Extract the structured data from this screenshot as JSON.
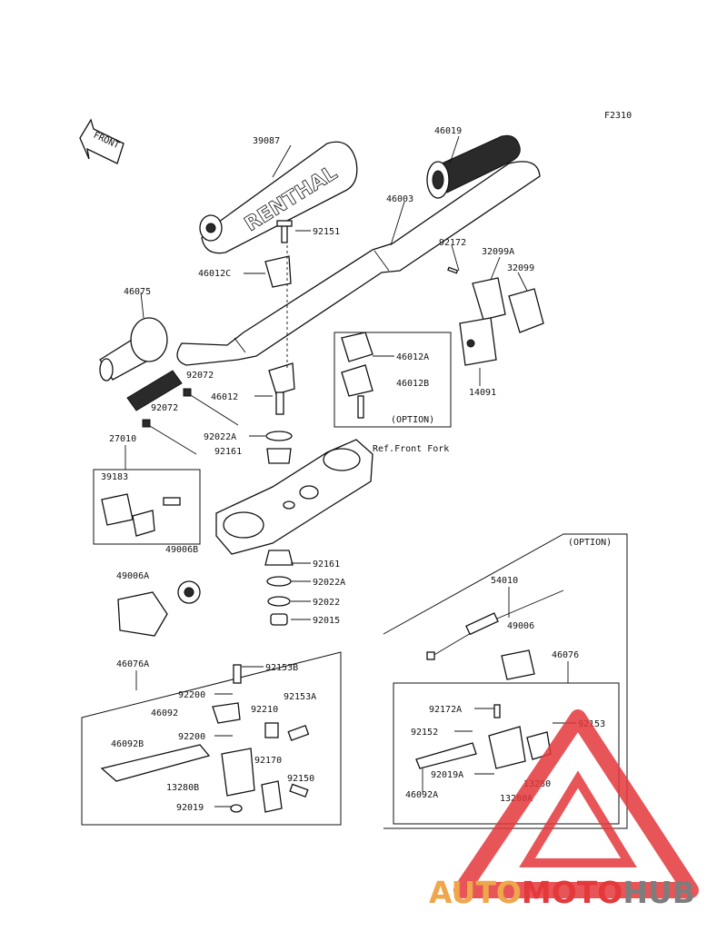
{
  "figure_code": "F2310",
  "front_label": "FRONT",
  "handlebar_pad_text": "RENTHAL",
  "ref_text": "Ref.Front Fork",
  "option_labels": [
    "(OPTION)",
    "(OPTION)"
  ],
  "part_labels": {
    "p39087": "39087",
    "p46019": "46019",
    "p46003": "46003",
    "p92151": "92151",
    "p46012c": "46012C",
    "p46075": "46075",
    "p92172": "92172",
    "p32099a": "32099A",
    "p32099": "32099",
    "p46012a": "46012A",
    "p46012b": "46012B",
    "p14091": "14091",
    "p92072a": "92072",
    "p46012": "46012",
    "p92072b": "92072",
    "p92022a_top": "92022A",
    "p92161_top": "92161",
    "p27010": "27010",
    "p39183": "39183",
    "p49006b": "49006B",
    "p92161_bot": "92161",
    "p49006a": "49006A",
    "p92022a_bot": "92022A",
    "p92022": "92022",
    "p92015": "92015",
    "p54010": "54010",
    "p49006": "49006",
    "p46076a": "46076A",
    "p92153b": "92153B",
    "p46076": "46076",
    "p92200a": "92200",
    "p46092": "46092",
    "p92210": "92210",
    "p92153a": "92153A",
    "p92172a": "92172A",
    "p92200b": "92200",
    "p92153": "92153",
    "p92152": "92152",
    "p46092b": "46092B",
    "p92170": "92170",
    "p13280b": "13280B",
    "p92150": "92150",
    "p92019a": "92019A",
    "p13280": "13280",
    "p92019": "92019",
    "p46092a": "46092A",
    "p13280a": "13280A"
  },
  "watermark": {
    "part1": "AUTO",
    "part2": "MOTO",
    "part3": "HUB",
    "colors": {
      "orange": "#f0a64a",
      "red": "#e5383b",
      "gray": "#7d7d7d"
    }
  }
}
